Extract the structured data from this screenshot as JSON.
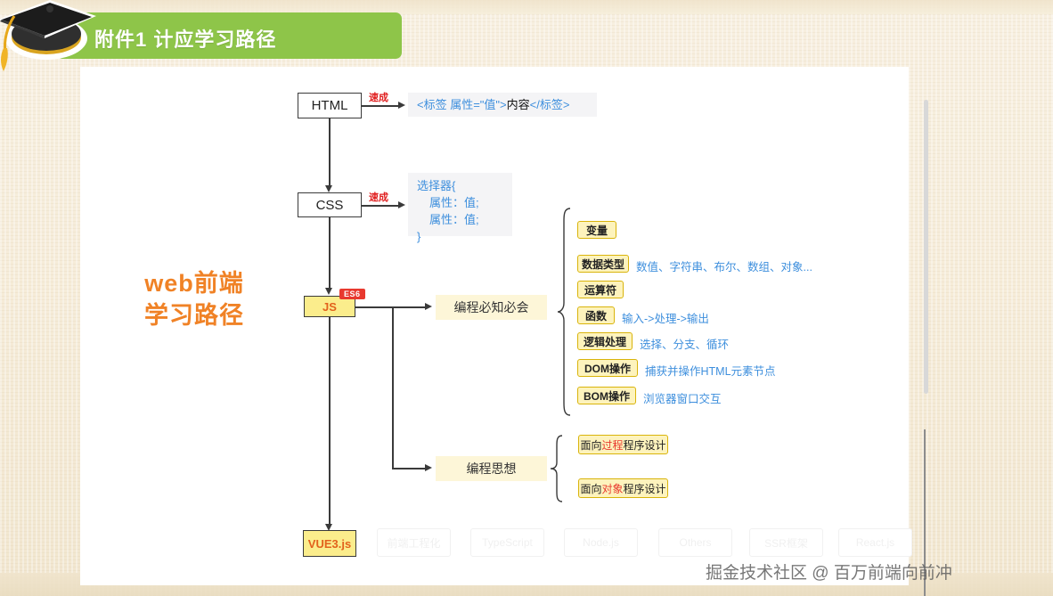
{
  "header": {
    "title": "附件1 计应学习路径",
    "cap_icon": "graduation-cap-icon",
    "banner_color": "#8ec549"
  },
  "slide": {
    "left_title_line1": "web前端",
    "left_title_line2": "学习路径",
    "left_title_color": "#f08226",
    "watermark": "掘金技术社区 @ 百万前端向前冲"
  },
  "nodes": {
    "html": "HTML",
    "css": "CSS",
    "js": "JS",
    "js_badge": "ES6",
    "vue": "VUE3.js"
  },
  "labels": {
    "speed_html": "速成",
    "speed_css": "速成"
  },
  "code": {
    "html_snippet": {
      "open": "<标签 属性=\"值\">",
      "content": "内容",
      "close": "</标签>"
    },
    "css_snippet": {
      "line1": "选择器{",
      "line2": "属性：值;",
      "line3": "属性：值;",
      "line4": "}"
    }
  },
  "branches": {
    "must_know": "编程必知必会",
    "thinking": "编程思想"
  },
  "must_know_items": [
    {
      "chip": "变量",
      "desc": ""
    },
    {
      "chip": "数据类型",
      "desc": "数值、字符串、布尔、数组、对象..."
    },
    {
      "chip": "运算符",
      "desc": ""
    },
    {
      "chip": "函数",
      "desc": "输入->处理->输出"
    },
    {
      "chip": "逻辑处理",
      "desc": "选择、分支、循环"
    },
    {
      "chip": "DOM操作",
      "desc": "捕获并操作HTML元素节点"
    },
    {
      "chip": "BOM操作",
      "desc": "浏览器窗口交互"
    }
  ],
  "thinking_items": [
    {
      "pre": "面向",
      "hl": "过程",
      "post": "程序设计"
    },
    {
      "pre": "面向",
      "hl": "对象",
      "post": "程序设计"
    }
  ],
  "ghost_items": [
    "前端工程化",
    "TypeScript",
    "Node.js",
    "Others",
    "SSR框架",
    "React.js"
  ]
}
